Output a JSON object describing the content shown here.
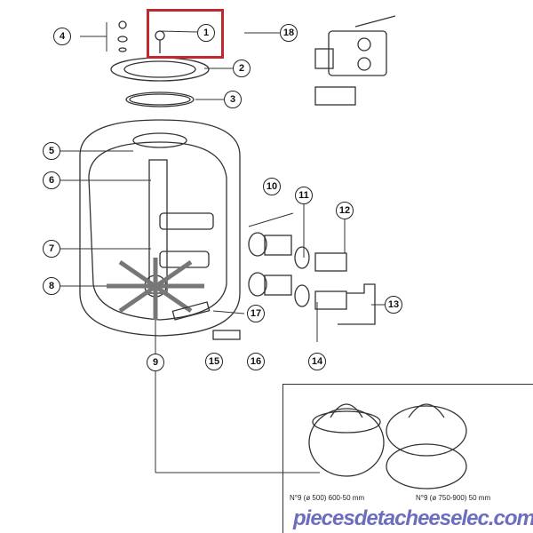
{
  "callouts": [
    "1",
    "2",
    "3",
    "4",
    "5",
    "6",
    "7",
    "8",
    "9",
    "10",
    "11",
    "12",
    "13",
    "14",
    "15",
    "16",
    "17",
    "18"
  ],
  "inset": {
    "caption_left": "N°9 (ø 500) 600-50 mm",
    "caption_right": "N°9 (ø 750-900) 50 mm"
  },
  "watermark": "piecesdetacheeselec.com",
  "colors": {
    "highlight": "#c0282d",
    "watermark": "#3b3ea8"
  }
}
